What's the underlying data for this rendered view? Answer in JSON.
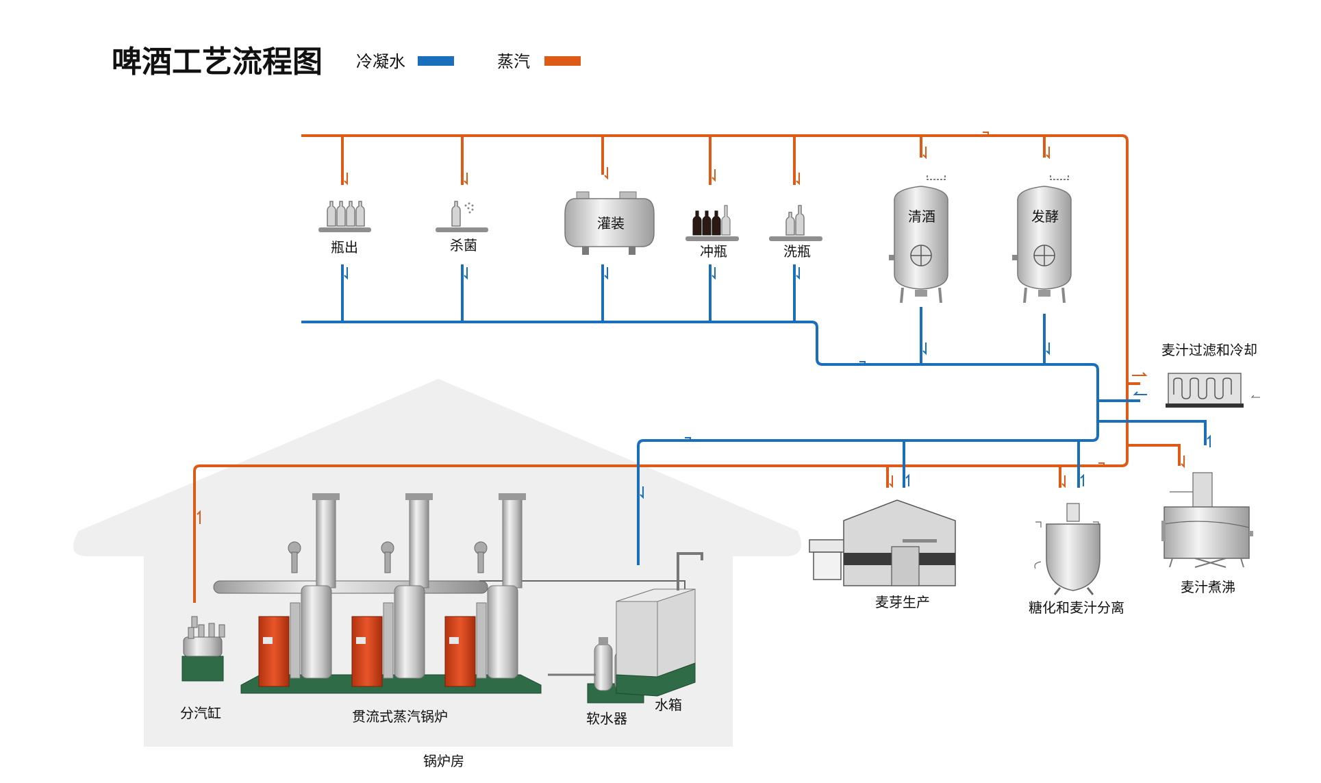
{
  "title": "啤酒工艺流程图",
  "legend": [
    {
      "label": "冷凝水",
      "color": "#1a6fbd"
    },
    {
      "label": "蒸汽",
      "color": "#dd5b16"
    }
  ],
  "colors": {
    "steam": "#dd5b16",
    "condensate": "#1a6fbd",
    "house": "#eeeeee",
    "boiler_red": "#d9411e",
    "metal": "#c9c9c9"
  },
  "stations": {
    "bottle_out": "瓶出",
    "sterilize": "杀菌",
    "filling": "灌装",
    "rinse_bottle": "冲瓶",
    "wash_bottle": "洗瓶",
    "clear_beer": "清酒",
    "fermentation": "发酵",
    "wort_filter_cool": "麦汁过滤和冷却",
    "malt_production": "麦芽生产",
    "saccharification": "糖化和麦汁分离",
    "wort_boiling": "麦汁煮沸"
  },
  "boiler_room": {
    "room_label": "锅炉房",
    "steam_header": "分汽缸",
    "boilers": "贯流式蒸汽锅炉",
    "water_softener": "软水器",
    "water_tank": "水箱"
  }
}
